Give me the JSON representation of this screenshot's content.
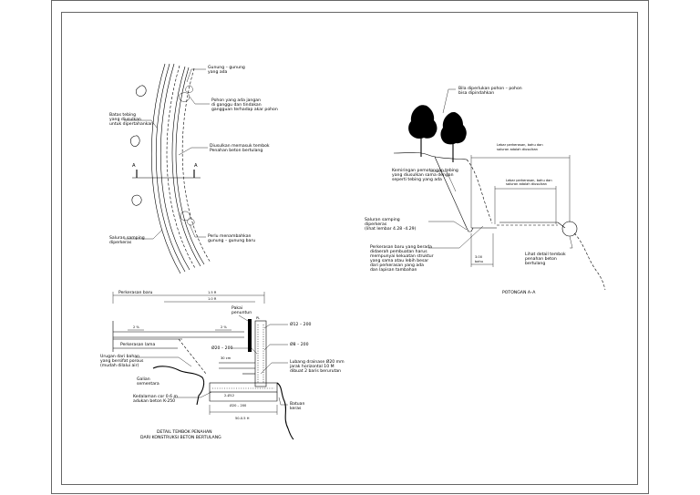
{
  "plan": {
    "label_gunung": "Gunung – gunung",
    "label_gunung2": "yang ada",
    "label_pohon1": "Pohon yang ada jangan",
    "label_pohon2": "di ganggu dan tindakan",
    "label_pohon3": "gangguan terhadap akar pohon",
    "label_batas1": "Batas tebing",
    "label_batas2": "yang diusulkan",
    "label_batas3": "untuk dipertahankan",
    "label_diusulkan1": "Diusulkan memasuk tembok",
    "label_diusulkan2": "Penahan beton bertulang",
    "label_a_left": "A",
    "label_a_right": "A",
    "label_saluran1": "Saluran samping",
    "label_saluran2": "diperkeras",
    "label_perlu1": "Perlu menambahkan",
    "label_perlu2": "gunung – gunung baru"
  },
  "section": {
    "label_bila1": "Bila diperlukan pohon – pohon",
    "label_bila2": "bisa dipindahkan",
    "label_lebar_total1": "Lebar perkerasan, bahu dan",
    "label_lebar_total2": "saluran adalah diusulkan",
    "label_lebar_1": "Lebar perkerasan, bahu dan",
    "label_lebar_2": "saluran adalah diusulkan",
    "label_kemiringan1": "Kemiringan pemotongan tebing",
    "label_kemiringan2": "yang diusulkan sama dengan",
    "label_kemiringan3": "seperti tebing yang ada",
    "label_saluran1": "Saluran samping",
    "label_saluran2": "diperkeras",
    "label_saluran3": "(lihat lembar 4.28 -4.29)",
    "label_perkerasan1": "Perkerasan baru yang berada",
    "label_perkerasan2": "didaerah pembuatan harus",
    "label_perkerasan3": "mempunyai kekuatan struktur",
    "label_perkerasan4": "yang sama atau lebih besar",
    "label_perkerasan5": "dari perkerasan yang ada",
    "label_perkerasan6": "dan lapisan tambahan",
    "label_dim1": "3.00",
    "label_dim2": "bahu",
    "label_lihat1": "Lihat detail tembok",
    "label_lihat2": "penahan beton",
    "label_lihat3": "bertulang",
    "title": "POTONGAN A–A"
  },
  "detail": {
    "label_perkerasan_baru": "Perkerasan baru",
    "label_15": "1.5 R",
    "label_10": "1.0 R",
    "label_pakai1": "Pakai",
    "label_pakai2": "penuntun",
    "label_2a": "2 %",
    "label_2b": "2 %",
    "label_pl": "PL",
    "label_perkerasan_lama": "Perkerasan lama",
    "label_d12a": "Ø12 – 200",
    "label_d20": "Ø20 – 200",
    "label_d8": "Ø8 – 200",
    "label_uruggan1": "Urugan dari bahan",
    "label_uruggan2": "yang bersifat porous",
    "label_uruggan3": "(mudah dilalui air)",
    "label_30cm": "30 cm",
    "label_galian1": "Galian",
    "label_galian2": "sementara",
    "label_lubang1": "Lubang drainase Ø20 mm",
    "label_lubang2": "jarak horizontal 10 M",
    "label_lubang3": "dibuat 2 baris berurutan",
    "label_kedalaman1": "Kedalaman cor 0.6 m",
    "label_kedalaman2": "adukan beton K-250",
    "label_d12b": "2-Ø12",
    "label_d20b": "Ø20 – 200",
    "label_batuan1": "Batuan",
    "label_batuan2": "keras",
    "label_dim": "50-0.5 H",
    "title1": "DETAIL TEMBOK PENAHAN",
    "title2": "DARI KONSTRUKSI BETON BERTULANG"
  }
}
